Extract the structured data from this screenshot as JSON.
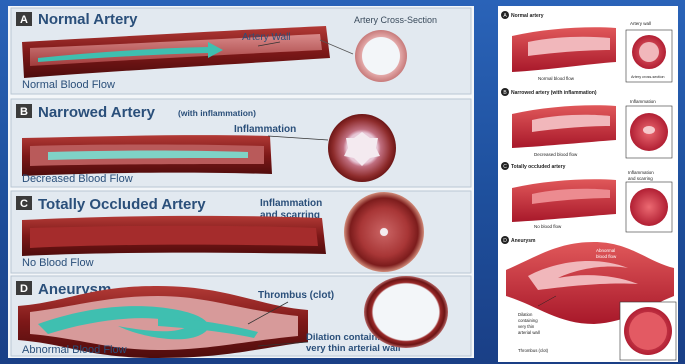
{
  "left_panel": {
    "sections": [
      {
        "letter": "A",
        "title": "Normal Artery",
        "flow": "Normal Blood Flow",
        "callout": "Artery Wall",
        "cross_label": "Artery Cross-Section"
      },
      {
        "letter": "B",
        "title": "Narrowed Artery",
        "subtitle": "(with inflammation)",
        "flow": "Decreased Blood Flow",
        "callout": "Inflammation"
      },
      {
        "letter": "C",
        "title": "Totally Occluded Artery",
        "flow": "No Blood Flow",
        "callout_line1": "Inflammation",
        "callout_line2": "and scarring"
      },
      {
        "letter": "D",
        "title": "Aneurysm",
        "flow": "Abnormal Blood Flow",
        "callout": "Thrombus (clot)",
        "callout2_line1": "Dilation containing",
        "callout2_line2": "very thin arterial wall"
      }
    ]
  },
  "right_panel": {
    "sections": [
      {
        "letter": "A",
        "title": "Normal artery",
        "flow": "Normal blood flow",
        "label1": "Artery wall",
        "label2": "Artery cross-section"
      },
      {
        "letter": "B",
        "title": "Narrowed artery (with inflammation)",
        "flow": "Decreased blood flow",
        "label1": "Inflammation"
      },
      {
        "letter": "C",
        "title": "Totally occluded artery",
        "flow": "No blood flow",
        "label1": "Inflammation",
        "label2": "and scarring"
      },
      {
        "letter": "D",
        "title": "Aneurysm",
        "label1": "Abnormal",
        "label2": "blood flow",
        "label3": "Dilation",
        "label4": "containing",
        "label5": "very thin",
        "label6": "arterial wall",
        "label7": "Thrombus (clot)"
      }
    ]
  },
  "colors": {
    "background": "#2a63b8",
    "artery_wall": "#8e1e1e",
    "artery_dark": "#5e1010",
    "flow": "#3fbfb0",
    "section_box": "#dfe7ef"
  }
}
